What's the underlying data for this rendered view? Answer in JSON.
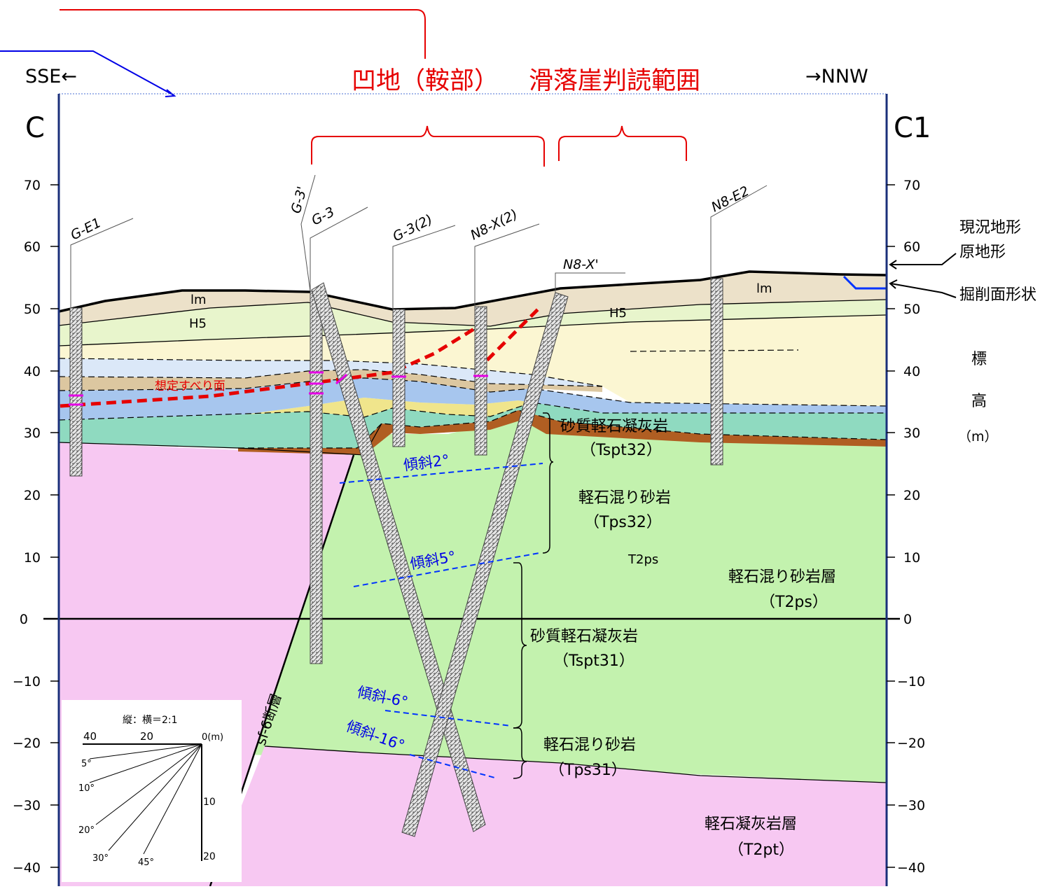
{
  "header": {
    "left_dir": "SSE←",
    "right_dir": "→NNW",
    "left_section": "C",
    "right_section": "C1",
    "title_depression": "凹地（鞍部）",
    "title_scarp": "滑落崖判読範囲"
  },
  "y_axis": {
    "ticks": [
      "70",
      "60",
      "50",
      "40",
      "30",
      "20",
      "10",
      "0",
      "−10",
      "−20",
      "−30",
      "−40"
    ],
    "title_chars": [
      "標",
      "高"
    ],
    "unit": "（m）"
  },
  "legend": {
    "current_terrain": "現況地形",
    "original_terrain": "原地形",
    "excavation": "掘削面形状",
    "line_black": "#000000",
    "line_blue": "#0033ff"
  },
  "boreholes": [
    "G-E1",
    "G-3'",
    "G-3",
    "G-3(2)",
    "N8-X(2)",
    "N8-X'",
    "N8-E2"
  ],
  "strata": {
    "lm_left": "lm",
    "lm_right": "lm",
    "h5_left": "H5",
    "h5_right": "H5",
    "slip_surface": "想定すべり面",
    "tspt32": "砂質軽石凝灰岩",
    "tspt32_code": "（Tspt32）",
    "tps32": "軽石混り砂岩",
    "tps32_code": "（Tps32）",
    "t2ps_code_center": "T2ps",
    "t2ps": "軽石混り砂岩層",
    "t2ps_code": "（T2ps）",
    "tspt31": "砂質軽石凝灰岩",
    "tspt31_code": "（Tspt31）",
    "tps31": "軽石混り砂岩",
    "tps31_code": "（Tps31）",
    "t2pt": "軽石凝灰岩層",
    "t2pt_code": "（T2pt）",
    "fault": "sf-6断層"
  },
  "dips": [
    "傾斜2°",
    "傾斜5°",
    "傾斜-6°",
    "傾斜-16°"
  ],
  "inset": {
    "ratio": "縦：横＝2:1",
    "h_ticks": [
      "40",
      "20",
      "0(m)"
    ],
    "v_ticks": [
      "10",
      "20"
    ],
    "angles": [
      "5°",
      "10°",
      "20°",
      "30°",
      "45°"
    ]
  },
  "colors": {
    "red": "#e60000",
    "blue": "#0000e6",
    "pink": "#f7c8f2",
    "green": "#c3f2ae"
  }
}
